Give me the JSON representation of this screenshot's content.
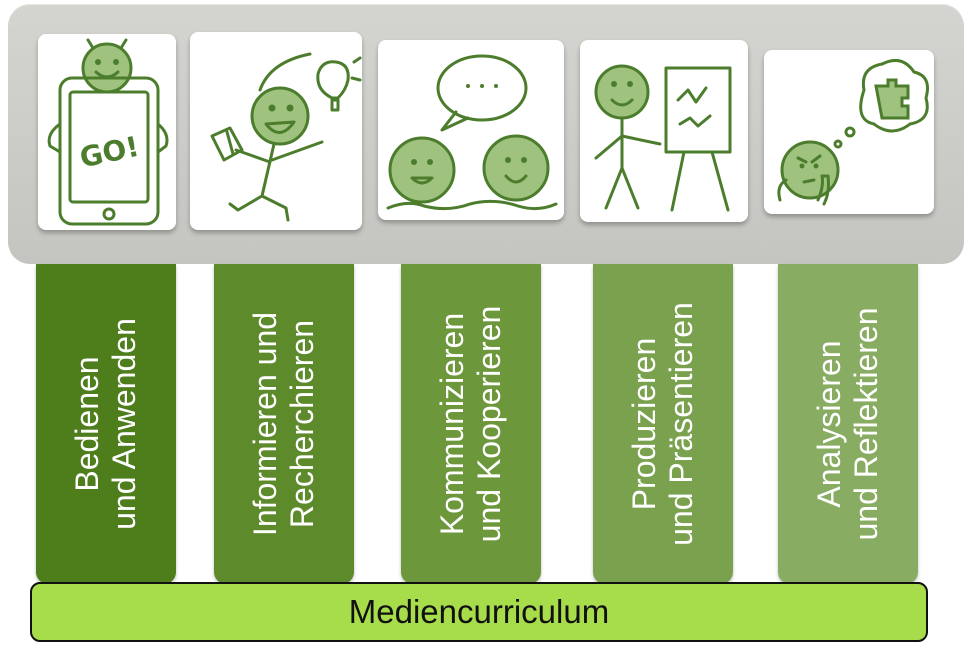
{
  "pillars": [
    {
      "line1": "Bedienen",
      "line2": "und Anwenden",
      "color": "#4e7d1c",
      "icon": "tablet-character-icon"
    },
    {
      "line1": "Informieren und",
      "line2": "Recherchieren",
      "color": "#5d8a2a",
      "icon": "idea-reader-character-icon"
    },
    {
      "line1": "Kommunizieren",
      "line2": "und Kooperieren",
      "color": "#6c973b",
      "icon": "chatting-characters-icon"
    },
    {
      "line1": "Produzieren",
      "line2": "und Präsentieren",
      "color": "#7aa24e",
      "icon": "presenter-character-icon"
    },
    {
      "line1": "Analysieren",
      "line2": "und Reflektieren",
      "color": "#88ac61",
      "icon": "thinking-puzzle-character-icon"
    }
  ],
  "icon_text": {
    "go": "GO!"
  },
  "base": {
    "label": "Mediencurriculum",
    "color": "#a7dc4b"
  }
}
